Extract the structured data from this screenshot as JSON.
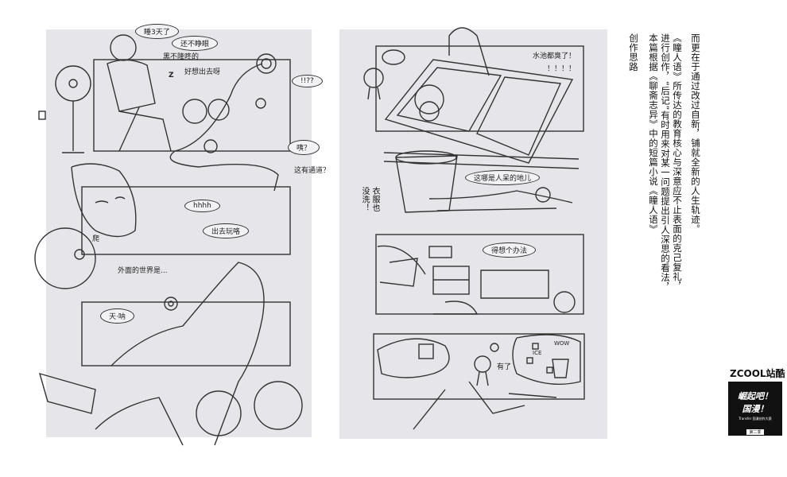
{
  "left_page": {
    "bubbles": {
      "slept": "睡3天了",
      "open_eyes": "还不睁眼",
      "dark": "黑不隆咚的",
      "want_out": "好想出去呀",
      "shock": "!!??",
      "huh": "咦？",
      "passage": "这有通道？",
      "laugh": "hhhh",
      "go_play": "出去玩咯",
      "crawl": "爬",
      "outside_world": "外面的世界是...",
      "oh_my": "天·呐",
      "z": "Z"
    }
  },
  "right_page": {
    "bubbles": {
      "sink_smells": "水池都臭了！",
      "exclaim": "！！！！",
      "no_place": "这哪是人呆的地儿",
      "laundry": "衣服也没洗！",
      "need_idea": "得想个办法",
      "got_it": "有了",
      "ice": "ICE",
      "wow": "WOW"
    }
  },
  "notes": {
    "title": "创作思路",
    "lines": [
      "本篇根据《聊斋志异》中的短篇小说《瞳人语》",
      "进行创作，“后记”有时用来对某一问题提出引人深思的看法，",
      "《瞳人语》所传达的教育核心与深意应不止表面的克己复礼，",
      "而更在于通过改过自新，铺就全新的人生轨迹。"
    ]
  },
  "branding": {
    "logo": "ZCOOL站酷",
    "badge_line1": "崛起吧！",
    "badge_line2": "国漫！",
    "badge_sub": "Transfer 国漫创作大赛",
    "badge_season": "第二季"
  }
}
